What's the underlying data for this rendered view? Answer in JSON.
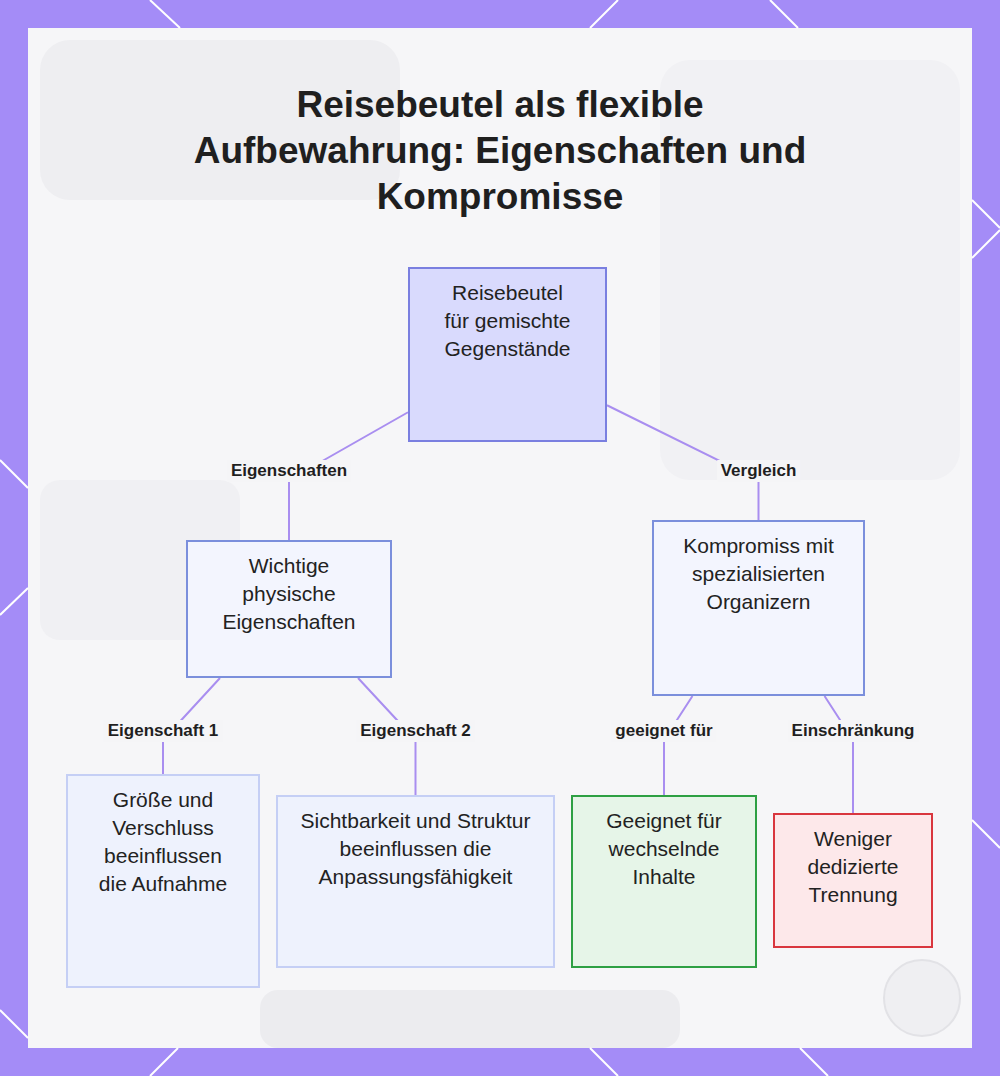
{
  "diagram": {
    "title": "Reisebeutel als flexible Aufbewahrung: Eigenschaften und Kompromisse",
    "nodes": [
      {
        "text": [
          "Reisebeutel für gemischte Gegenstände"
        ]
      },
      {
        "text": [
          "Wichtige physische Eigenschaften"
        ]
      },
      {
        "text": [
          "Kompromiss mit spezialisierten Organizern"
        ]
      },
      {
        "text": [
          "Größe und Verschluss beeinflussen die Aufnahme"
        ]
      },
      {
        "text": [
          "Sichtbarkeit und Struktur beeinflussen die Anpassungsfähigkeit"
        ]
      },
      {
        "text": [
          "Geeignet für wechselnde Inhalte"
        ]
      },
      {
        "text": [
          "Weniger dedizierte Trennung"
        ]
      }
    ],
    "edges": [
      {
        "from": 0,
        "to": 1,
        "label": "Eigenschaften",
        "arrow": "none"
      },
      {
        "from": 0,
        "to": 2,
        "label": "Vergleich",
        "arrow": "none"
      },
      {
        "from": 1,
        "to": 3,
        "label": "Eigenschaft 1",
        "arrow": "none"
      },
      {
        "from": 1,
        "to": 4,
        "label": "Eigenschaft 2",
        "arrow": "none"
      },
      {
        "from": 2,
        "to": 5,
        "label": "geeignet für",
        "arrow": "none"
      },
      {
        "from": 2,
        "to": 6,
        "label": "Einschränkung",
        "arrow": "none"
      }
    ]
  }
}
